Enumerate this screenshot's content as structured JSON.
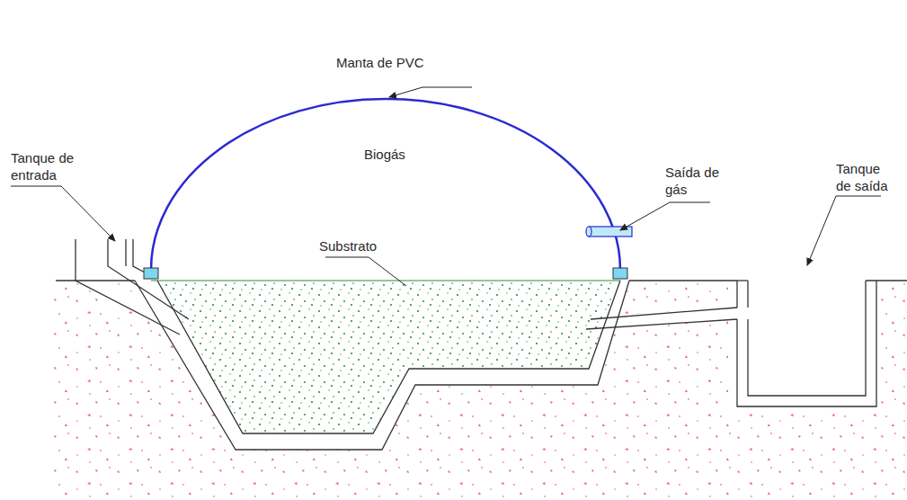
{
  "diagram": {
    "labels": [
      "Manta de PVC",
      "Biogás",
      "Saída de gás",
      "Tanque de entrada",
      "Substrato",
      "Tanque de saída"
    ]
  }
}
